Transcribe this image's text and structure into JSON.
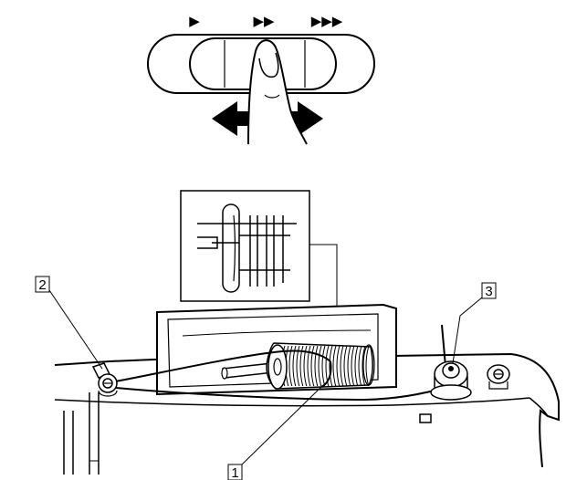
{
  "speed_indicators": {
    "slow": "▶",
    "medium": "▶▶",
    "fast": "▶▶▶"
  },
  "callouts": {
    "label_1": "1",
    "label_2": "2",
    "label_3": "3"
  }
}
